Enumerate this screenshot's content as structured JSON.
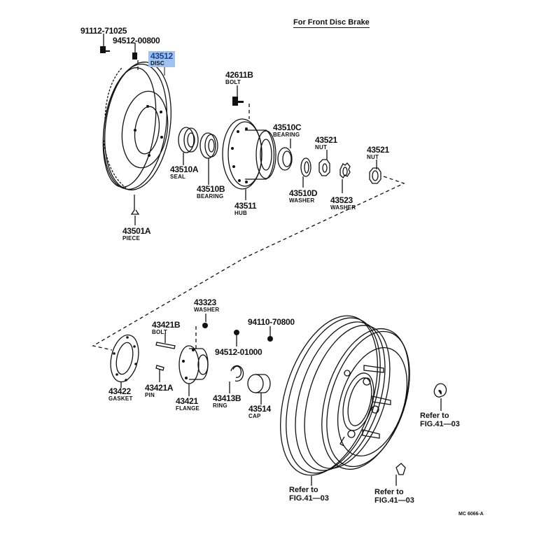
{
  "title": "For Front Disc Brake",
  "figure_code": "MC 6066-A",
  "highlight_color": "#9ec3f2",
  "parts": [
    {
      "id": "p91112",
      "number": "91112-71025",
      "name": ""
    },
    {
      "id": "p94512a",
      "number": "94512-00800",
      "name": ""
    },
    {
      "id": "p43512",
      "number": "43512",
      "name": "DISC",
      "highlighted": true
    },
    {
      "id": "p42611b",
      "number": "42611B",
      "name": "BOLT"
    },
    {
      "id": "p43510c",
      "number": "43510C",
      "name": "BEARING"
    },
    {
      "id": "p43521a",
      "number": "43521",
      "name": "NUT"
    },
    {
      "id": "p43521b",
      "number": "43521",
      "name": "NUT"
    },
    {
      "id": "p43510a",
      "number": "43510A",
      "name": "SEAL"
    },
    {
      "id": "p43510b",
      "number": "43510B",
      "name": "BEARING"
    },
    {
      "id": "p43511",
      "number": "43511",
      "name": "HUB"
    },
    {
      "id": "p43510d",
      "number": "43510D",
      "name": "WASHER"
    },
    {
      "id": "p43523",
      "number": "43523",
      "name": "WASHER"
    },
    {
      "id": "p43501a",
      "number": "43501A",
      "name": "PIECE"
    },
    {
      "id": "p43323",
      "number": "43323",
      "name": "WASHER"
    },
    {
      "id": "p43421b",
      "number": "43421B",
      "name": "BOLT"
    },
    {
      "id": "p94110",
      "number": "94110-70800",
      "name": ""
    },
    {
      "id": "p94512b",
      "number": "94512-01000",
      "name": ""
    },
    {
      "id": "p43422",
      "number": "43422",
      "name": "GASKET"
    },
    {
      "id": "p43421a",
      "number": "43421A",
      "name": "PIN"
    },
    {
      "id": "p43421",
      "number": "43421",
      "name": "FLANGE"
    },
    {
      "id": "p43413b",
      "number": "43413B",
      "name": "RING"
    },
    {
      "id": "p43514",
      "number": "43514",
      "name": "CAP"
    }
  ],
  "references": [
    {
      "line1": "Refer to",
      "line2": "FIG.41—03"
    },
    {
      "line1": "Refer to",
      "line2": "FIG.41—03"
    },
    {
      "line1": "Refer to",
      "line2": "FIG.41—03"
    }
  ]
}
